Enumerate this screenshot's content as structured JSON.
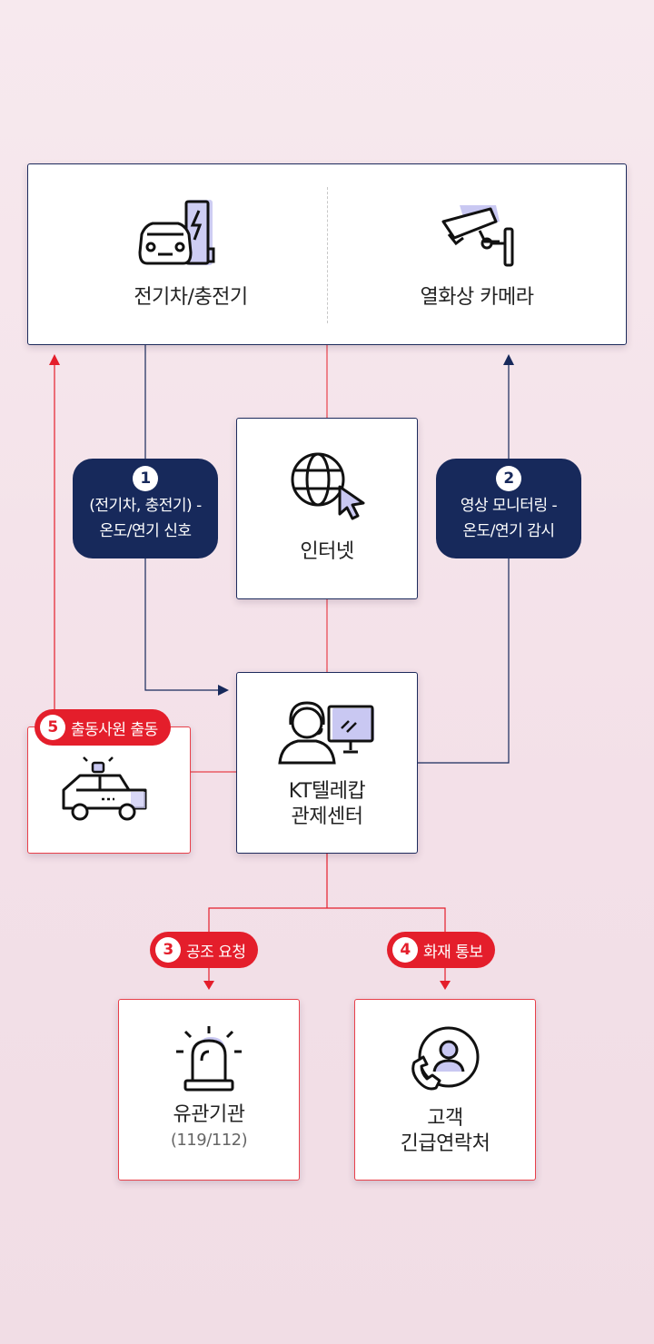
{
  "top": {
    "ev_label": "전기차/충전기",
    "camera_label": "열화상 카메라"
  },
  "internet": {
    "label": "인터넷"
  },
  "center": {
    "label_line1": "KT텔레캅",
    "label_line2": "관제센터"
  },
  "patrol": {
    "num": "5",
    "label": "출동사원 출동"
  },
  "agency": {
    "label": "유관기관",
    "sub": "(119/112)"
  },
  "customer": {
    "label_line1": "고객",
    "label_line2": "긴급연락처"
  },
  "step1": {
    "num": "1",
    "line1": "(전기차, 충전기) -",
    "line2": "온도/연기 신호"
  },
  "step2": {
    "num": "2",
    "line1": "영상 모니터링 -",
    "line2": "온도/연기 감시"
  },
  "step3": {
    "num": "3",
    "label": "공조 요청"
  },
  "step4": {
    "num": "4",
    "label": "화재 통보"
  },
  "colors": {
    "navy": "#17295b",
    "red": "#e41e2b",
    "icon_fill": "#c9c8f2"
  },
  "icons": {
    "ev": "ev-charger-icon",
    "camera": "cctv-camera-icon",
    "internet": "globe-cursor-icon",
    "center": "operator-monitor-icon",
    "patrol": "patrol-car-icon",
    "agency": "siren-icon",
    "customer": "phone-contact-icon"
  }
}
